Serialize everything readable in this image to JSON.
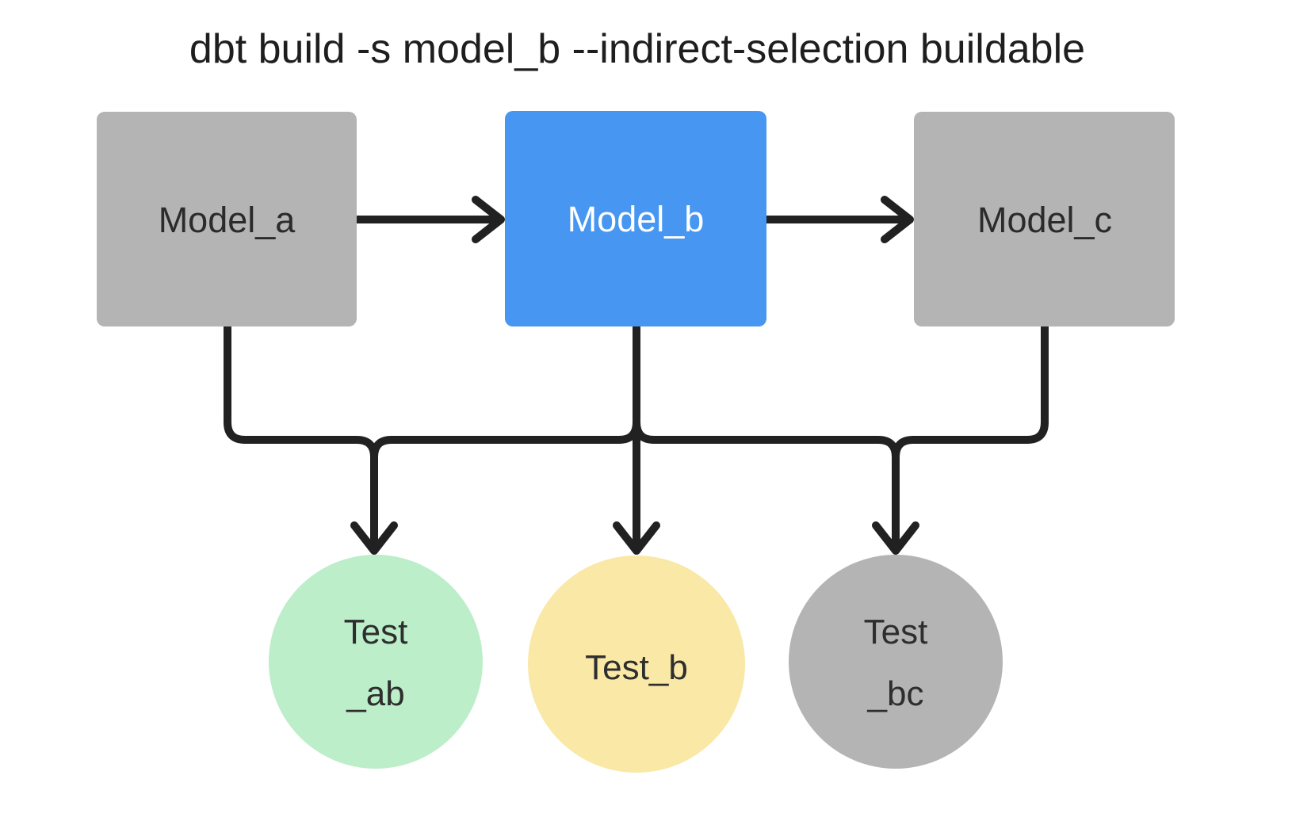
{
  "title": "dbt build -s model_b --indirect-selection buildable",
  "colors": {
    "background": "#ffffff",
    "model_gray": "#b4b4b4",
    "model_blue": "#4696f2",
    "test_green": "#bceeca",
    "test_yellow": "#fae8a6",
    "test_gray": "#b4b4b4",
    "line": "#212121",
    "text_dark": "#2b2b2b",
    "text_light": "#ffffff"
  },
  "nodes": {
    "models": [
      {
        "id": "model_a",
        "label": "Model_a",
        "highlighted": false
      },
      {
        "id": "model_b",
        "label": "Model_b",
        "highlighted": true
      },
      {
        "id": "model_c",
        "label": "Model_c",
        "highlighted": false
      }
    ],
    "tests": [
      {
        "id": "test_ab",
        "lines": [
          "Test",
          "_ab"
        ],
        "color": "#bceeca"
      },
      {
        "id": "test_b",
        "lines": [
          "Test_b"
        ],
        "color": "#fae8a6"
      },
      {
        "id": "test_bc",
        "lines": [
          "Test",
          "_bc"
        ],
        "color": "#b4b4b4"
      }
    ]
  },
  "edges": [
    {
      "from": "Model_a",
      "to": "Model_b"
    },
    {
      "from": "Model_b",
      "to": "Model_c"
    },
    {
      "from": "Model_a",
      "to": "Test_ab"
    },
    {
      "from": "Model_b",
      "to": "Test_ab"
    },
    {
      "from": "Model_b",
      "to": "Test_b"
    },
    {
      "from": "Model_b",
      "to": "Test_bc"
    },
    {
      "from": "Model_c",
      "to": "Test_bc"
    }
  ]
}
